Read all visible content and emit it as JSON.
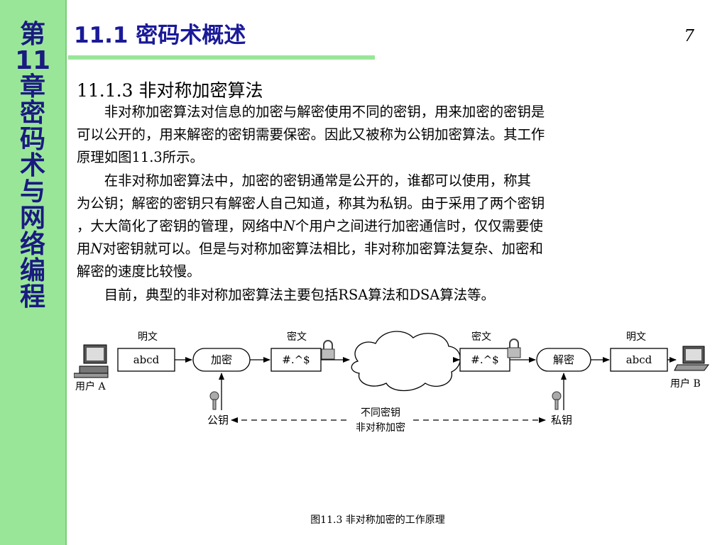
{
  "sidebar": {
    "chapter_title": "第\n11\n章\n密\n码\n术\n与\n网\n络\n编\n程"
  },
  "header": {
    "title": "11.1 密码术概述",
    "page_number": "7"
  },
  "section": {
    "heading": "11.1.3  非对称加密算法"
  },
  "body_lines": [
    "　　非对称加密算法对信息的加密与解密使用不同的密钥，用来加密的密钥是",
    "可以公开的，用来解密的密钥需要保密。因此又被称为公钥加密算法。其工作",
    "原理如图11.3所示。",
    "　　在非对称加密算法中，加密的密钥通常是公开的，谁都可以使用，称其",
    "为公钥；解密的密钥只有解密人自己知道，称其为私钥。由于采用了两个密钥",
    "，大大简化了密钥的管理，网络中N个用户之间进行加密通信时，仅仅需要使",
    "用N对密钥就可以。但是与对称加密算法相比，非对称加密算法复杂、加密和",
    "解密的速度比较慢。",
    "　　目前，典型的非对称加密算法主要包括RSA算法和DSA算法等。"
  ],
  "diagram": {
    "label_plaintext_left": "明文",
    "label_ciphertext_left": "密文",
    "label_ciphertext_right": "密文",
    "label_plaintext_right": "明文",
    "box_plain_left": "abcd",
    "box_encrypt": "加密",
    "box_cipher_left": "#.^$",
    "box_cipher_right": "#.^$",
    "box_decrypt": "解密",
    "box_plain_right": "abcd",
    "user_a": "用户 A",
    "user_b": "用户 B",
    "public_key": "公钥",
    "private_key": "私钥",
    "center_line1": "不同密钥",
    "center_line2": "非对称加密"
  },
  "caption": "图11.3  非对称加密的工作原理"
}
